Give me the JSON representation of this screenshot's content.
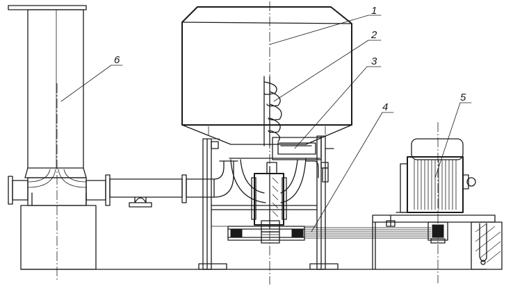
{
  "callouts": [
    {
      "id": "1",
      "text": "1"
    },
    {
      "id": "2",
      "text": "2"
    },
    {
      "id": "3",
      "text": "3"
    },
    {
      "id": "4",
      "text": "4"
    },
    {
      "id": "5",
      "text": "5"
    },
    {
      "id": "6",
      "text": "6"
    }
  ],
  "colors": {
    "ink": "#1a1a1a",
    "paper": "#ffffff"
  }
}
